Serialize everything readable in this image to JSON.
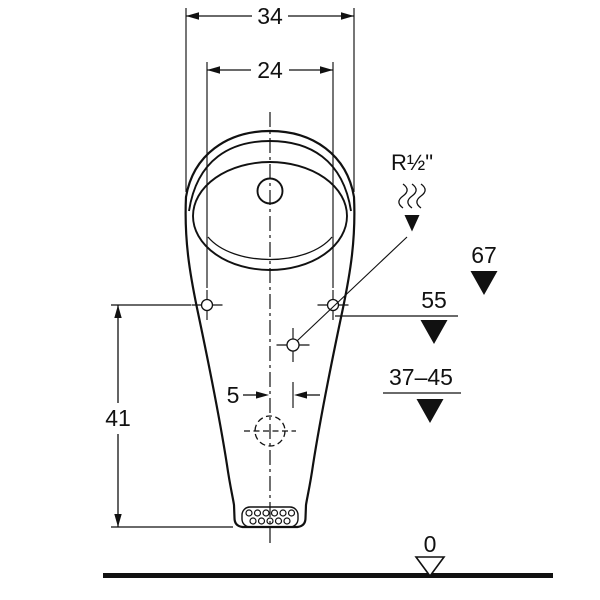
{
  "colors": {
    "line": "#111111",
    "background": "#ffffff"
  },
  "drawing": {
    "type": "technical-dimension-drawing",
    "subject": "wall-hung urinal, front elevation",
    "labels": {
      "overall_width": "34",
      "fixing_hole_distance": "24",
      "supply_offset": "5",
      "fixing_to_bottom_height": "41",
      "water_supply_thread": "R½\"",
      "supply_level": "67",
      "fixing_level": "55",
      "outlet_level_range": "37–45",
      "floor_level": "0"
    }
  }
}
